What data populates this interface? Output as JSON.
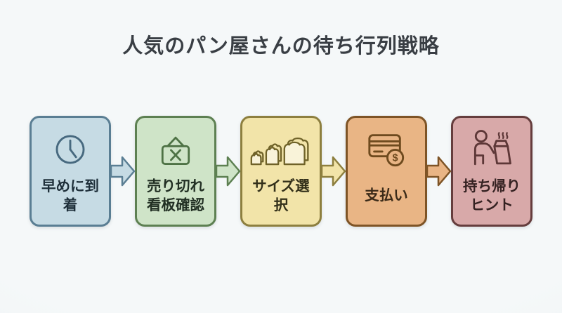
{
  "title": "人気のパン屋さんの待ち行列戦略",
  "colors": {
    "background": "#f2f6f7",
    "title_text": "#393e44"
  },
  "steps": [
    {
      "label": "早めに到着",
      "icon": "clock-icon",
      "fill": "#c6dbe4",
      "border": "#5a7e93",
      "icon_stroke": "#47697f",
      "text_color": "#1e2f3a"
    },
    {
      "label": "売り切れ看板確認",
      "icon": "sold-out-sign-icon",
      "fill": "#cfe4c8",
      "border": "#5d8052",
      "icon_stroke": "#4e7245",
      "text_color": "#223024"
    },
    {
      "label": "サイズ選択",
      "icon": "bread-sizes-icon",
      "fill": "#f2e4a9",
      "border": "#8d7f3f",
      "icon_stroke": "#6f6228",
      "text_color": "#33301a"
    },
    {
      "label": "支払い",
      "icon": "payment-card-icon",
      "fill": "#e9b585",
      "border": "#7e5426",
      "icon_stroke": "#6e4a1e",
      "text_color": "#3a2a18"
    },
    {
      "label": "持ち帰りヒント",
      "icon": "takeaway-bag-icon",
      "fill": "#d8a9a9",
      "border": "#653d3d",
      "icon_stroke": "#5d3737",
      "text_color": "#352222"
    }
  ],
  "arrows": [
    {
      "from": "早めに到着",
      "to": "売り切れ看板確認",
      "fill": "#c6dbe4",
      "stroke": "#5a7e93"
    },
    {
      "from": "売り切れ看板確認",
      "to": "サイズ選択",
      "fill": "#cfe4c8",
      "stroke": "#5d8052"
    },
    {
      "from": "サイズ選択",
      "to": "支払い",
      "fill": "#f2e4a9",
      "stroke": "#8d7f3f"
    },
    {
      "from": "支払い",
      "to": "持ち帰りヒント",
      "fill": "#e9b585",
      "stroke": "#7e5426"
    }
  ]
}
